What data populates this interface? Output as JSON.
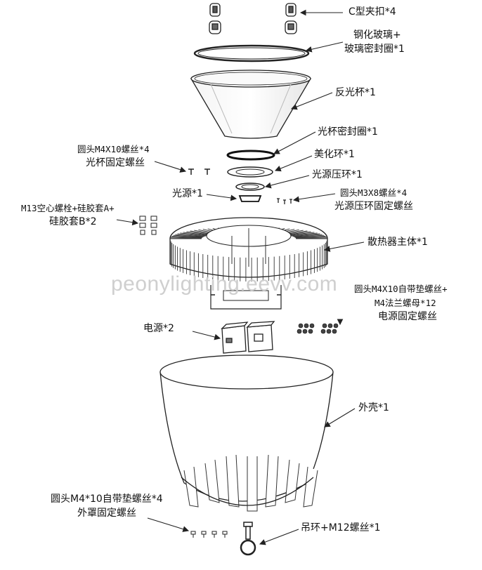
{
  "watermark": "peonylighting.eevv.com",
  "labels": {
    "c_clip": "C型夹扣*4",
    "glass_1": "钢化玻璃+",
    "glass_2": "玻璃密封圈*1",
    "reflector": "反光杯*1",
    "cup_seal": "光杯密封圈*1",
    "trim_ring": "美化环*1",
    "source_press": "光源压环*1",
    "light_source": "光源*1",
    "screw_m4x10_1": "圆头M4X10螺丝*4",
    "screw_m4x10_2": "光杯固定螺丝",
    "screw_m3x8_1": "圆头M3X8螺丝*4",
    "screw_m3x8_2": "光源压环固定螺丝",
    "m13_bolt_1": "M13空心螺栓+硅胶套A+",
    "m13_bolt_2": "硅胶套B*2",
    "heatsink": "散热器主体*1",
    "psu_screw_1": "圆头M4X10自带垫螺丝+",
    "psu_screw_2": "M4法兰螺母*12",
    "psu_screw_3": "电源固定螺丝",
    "power_supply": "电源*2",
    "housing": "外壳*1",
    "cover_screw_1": "圆头M4*10自带垫螺丝*4",
    "cover_screw_2": "外罩固定螺丝",
    "hook": "吊环+M12螺丝*1"
  },
  "colors": {
    "line": "#222222",
    "shade": "#bdbdbd",
    "watermark": "#cfcfcf"
  }
}
